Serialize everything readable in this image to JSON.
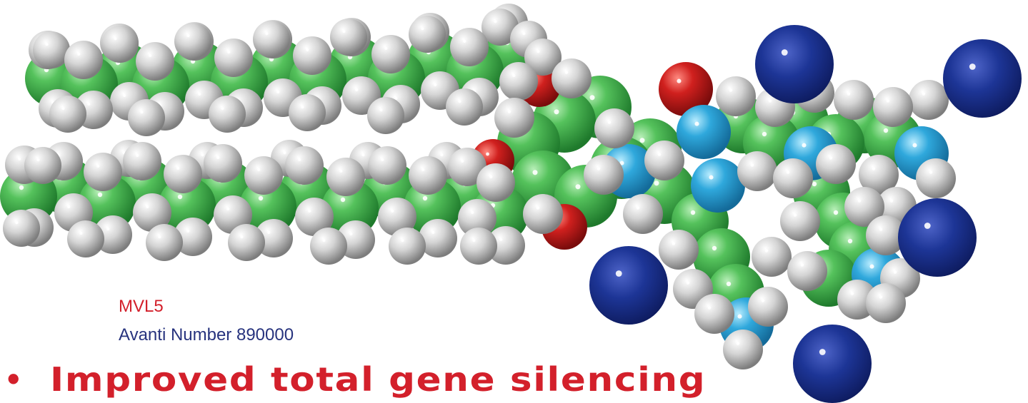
{
  "molecule": {
    "name": "MVL5",
    "number_label": "Avanti Number 890000",
    "colors": {
      "carbon": "#3fae49",
      "hydrogen": "#d8d8d8",
      "oxygen": "#c42222",
      "nitrogen": "#2a9fd6",
      "counterion": "#1a2f8e",
      "name_text": "#d3202b",
      "number_text": "#27337e"
    }
  },
  "bullets": [
    {
      "symbol": "•",
      "text": "Improved total gene silencing"
    }
  ]
}
